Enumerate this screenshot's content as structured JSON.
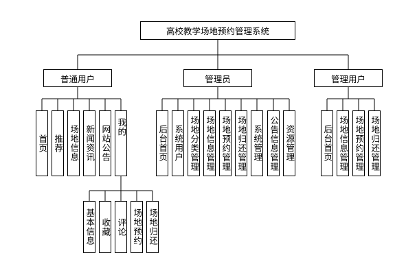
{
  "root": {
    "label": "高校教学场地预约管理系统"
  },
  "groups": {
    "user": {
      "label": "普通用户",
      "items": [
        "首页",
        "推荐",
        "场地信息",
        "新闻资讯",
        "网站公告",
        "我的"
      ],
      "mine_children": [
        "基本信息",
        "收藏",
        "评论",
        "场地预约",
        "场地归还"
      ]
    },
    "admin": {
      "label": "管理员",
      "items": [
        "后台首页",
        "系统用户",
        "场地分类管理",
        "场地信息管理",
        "场地预约管理",
        "场地归还管理",
        "系统管理",
        "公告信息管理",
        "资源管理"
      ]
    },
    "manager": {
      "label": "管理用户",
      "items": [
        "后台首页",
        "场地信息管理",
        "场地预约管理",
        "场地归还管理"
      ]
    }
  }
}
